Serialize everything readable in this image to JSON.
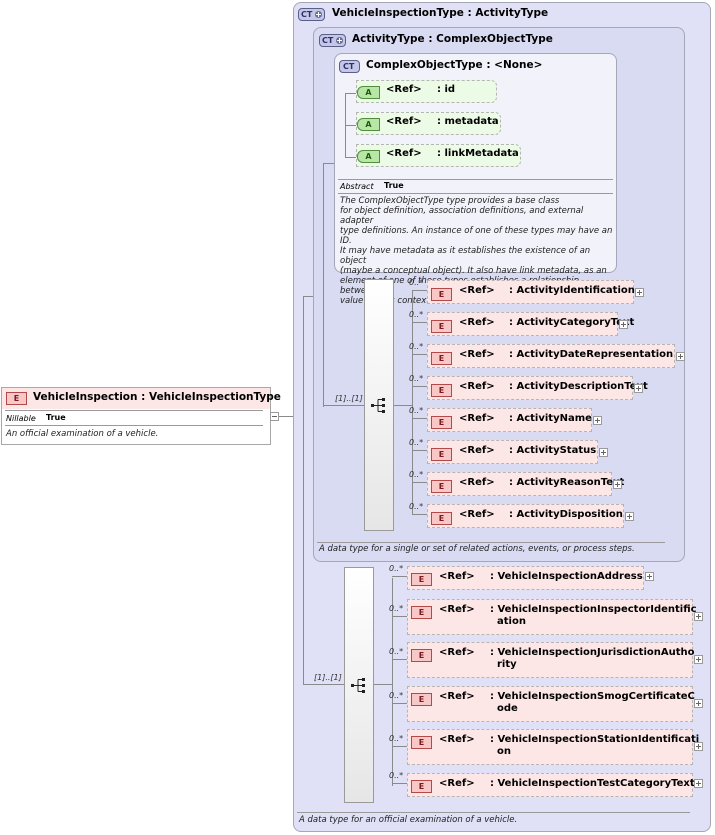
{
  "root_element": {
    "badge": "E",
    "name": "VehicleInspection",
    "type": ": VehicleInspectionType",
    "nillable_label": "Nillable",
    "nillable_value": "True",
    "doc": "An official examination of a vehicle."
  },
  "vehicle_inspection_type": {
    "badge": "CT",
    "title": "VehicleInspectionType : ActivityType",
    "doc": "A data type for an official examination of a vehicle.",
    "sequence_occurs": "[1]..[1]",
    "elements": [
      {
        "badge": "E",
        "ref": "<Ref>",
        "name_lines": [
          ": VehicleInspectionAddress"
        ],
        "occurs": "0..*"
      },
      {
        "badge": "E",
        "ref": "<Ref>",
        "name_lines": [
          ": VehicleInspectionInspectorIdentific",
          "ation"
        ],
        "occurs": "0..*"
      },
      {
        "badge": "E",
        "ref": "<Ref>",
        "name_lines": [
          ": VehicleInspectionJurisdictionAutho",
          "rity"
        ],
        "occurs": "0..*"
      },
      {
        "badge": "E",
        "ref": "<Ref>",
        "name_lines": [
          ": VehicleInspectionSmogCertificateC",
          "ode"
        ],
        "occurs": "0..*"
      },
      {
        "badge": "E",
        "ref": "<Ref>",
        "name_lines": [
          ": VehicleInspectionStationIdentificati",
          "on"
        ],
        "occurs": "0..*"
      },
      {
        "badge": "E",
        "ref": "<Ref>",
        "name_lines": [
          ": VehicleInspectionTestCategoryText"
        ],
        "occurs": "0..*"
      }
    ]
  },
  "activity_type": {
    "badge": "CT",
    "title": "ActivityType : ComplexObjectType",
    "doc": "A data type for a single or set of related actions, events, or process steps.",
    "sequence_occurs": "[1]..[1]",
    "elements": [
      {
        "badge": "E",
        "ref": "<Ref>",
        "name": ": ActivityIdentification",
        "occurs": "0..*"
      },
      {
        "badge": "E",
        "ref": "<Ref>",
        "name": ": ActivityCategoryText",
        "occurs": "0..*"
      },
      {
        "badge": "E",
        "ref": "<Ref>",
        "name": ": ActivityDateRepresentation",
        "occurs": "0..*"
      },
      {
        "badge": "E",
        "ref": "<Ref>",
        "name": ": ActivityDescriptionText",
        "occurs": "0..*"
      },
      {
        "badge": "E",
        "ref": "<Ref>",
        "name": ": ActivityName",
        "occurs": "0..*"
      },
      {
        "badge": "E",
        "ref": "<Ref>",
        "name": ": ActivityStatus",
        "occurs": "0..*"
      },
      {
        "badge": "E",
        "ref": "<Ref>",
        "name": ": ActivityReasonText",
        "occurs": "0..*"
      },
      {
        "badge": "E",
        "ref": "<Ref>",
        "name": ": ActivityDisposition",
        "occurs": "0..*"
      }
    ]
  },
  "complex_object_type": {
    "badge": "CT",
    "title": "ComplexObjectType : <None>",
    "attributes": [
      {
        "badge": "A",
        "ref": "<Ref>",
        "name": ": id"
      },
      {
        "badge": "A",
        "ref": "<Ref>",
        "name": ": metadata"
      },
      {
        "badge": "A",
        "ref": "<Ref>",
        "name": ": linkMetadata"
      }
    ],
    "abstract_label": "Abstract",
    "abstract_value": "True",
    "doc_lines": [
      "The ComplexObjectType type provides a base class",
      "for object definition, association definitions, and external adapter",
      "type definitions. An instance of one of these types may have an ID.",
      "It may have metadata as it establishes the existence of an object",
      "(maybe a conceptual object). It also have link metadata, as an",
      "element of one of these types establishes a relationship between its",
      "value and its context."
    ]
  },
  "colors": {
    "element_fill": "#fde6e6",
    "attribute_fill": "#ecfbe6",
    "complex_type_fill": "#e0e1f6"
  }
}
